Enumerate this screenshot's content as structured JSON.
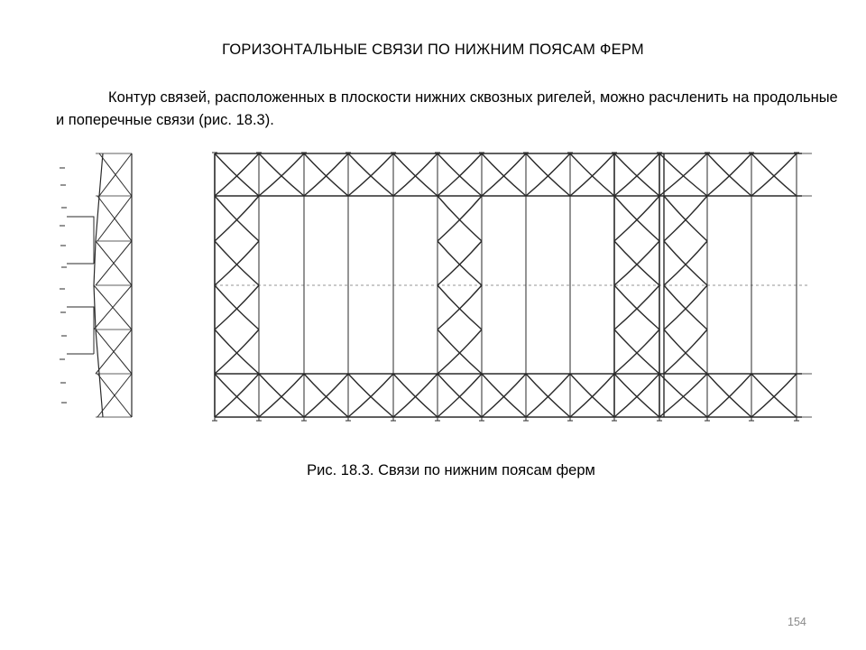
{
  "slide": {
    "title": "ГОРИЗОНТАЛЬНЫЕ СВЯЗИ ПО НИЖНИМ ПОЯСАМ ФЕРМ",
    "paragraph": "Контур связей, расположенных в плоскости нижних сквозных ригелей, можно расчленить на продольные и поперечные связи (рис. 18.3).",
    "caption": "Рис. 18.3. Связи по нижним поясам ферм",
    "page_number": "154"
  },
  "figure": {
    "description_icon": "bracing-plan-drawing",
    "line_color": "#2a2a2a",
    "braced_columns": [
      0,
      5,
      9,
      10
    ],
    "braced_rows": [
      0,
      5
    ]
  }
}
